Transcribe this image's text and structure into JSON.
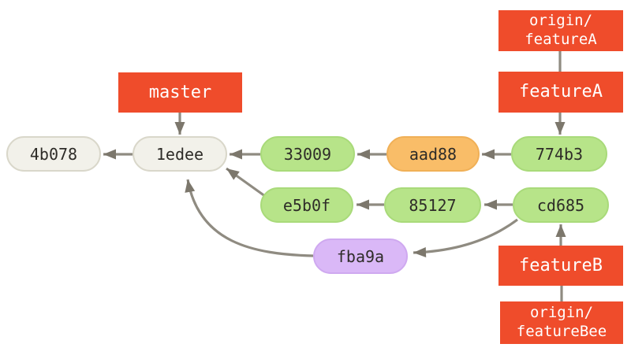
{
  "figure": {
    "title": "git commit history graph",
    "background": "#ffffff",
    "colors": {
      "branch_label_red": "#ef4c2b",
      "branch_label_text": "#ffffff",
      "commit_default": "#f2f1ea",
      "commit_green": "#b7e489",
      "commit_orange": "#f9bd68",
      "commit_purple": "#dab8f7",
      "commit_text": "#2e2c28",
      "arrow_shaft": "#8f8b81",
      "arrow_head": "#7c776c"
    },
    "branches": [
      {
        "id": "master",
        "label": "master",
        "points_to": "1edee"
      },
      {
        "id": "origin-featureA",
        "label": "origin/\nfeatureA",
        "points_to": "featureA"
      },
      {
        "id": "featureA",
        "label": "featureA",
        "points_to": "774b3"
      },
      {
        "id": "featureB",
        "label": "featureB",
        "points_to": "cd685"
      },
      {
        "id": "origin-featureBee",
        "label": "origin/\nfeatureBee",
        "points_to": "featureB"
      }
    ],
    "commits": [
      {
        "id": "4b078",
        "label": "4b078",
        "color": "default",
        "parents": []
      },
      {
        "id": "1edee",
        "label": "1edee",
        "color": "default",
        "parents": [
          "4b078"
        ]
      },
      {
        "id": "33009",
        "label": "33009",
        "color": "green",
        "parents": [
          "1edee"
        ]
      },
      {
        "id": "aad88",
        "label": "aad88",
        "color": "orange",
        "parents": [
          "33009"
        ]
      },
      {
        "id": "774b3",
        "label": "774b3",
        "color": "green",
        "parents": [
          "aad88"
        ]
      },
      {
        "id": "e5b0f",
        "label": "e5b0f",
        "color": "green",
        "parents": [
          "1edee"
        ]
      },
      {
        "id": "85127",
        "label": "85127",
        "color": "green",
        "parents": [
          "e5b0f"
        ]
      },
      {
        "id": "cd685",
        "label": "cd685",
        "color": "green",
        "parents": [
          "85127",
          "fba9a"
        ]
      },
      {
        "id": "fba9a",
        "label": "fba9a",
        "color": "purple",
        "parents": [
          "1edee"
        ]
      }
    ]
  }
}
